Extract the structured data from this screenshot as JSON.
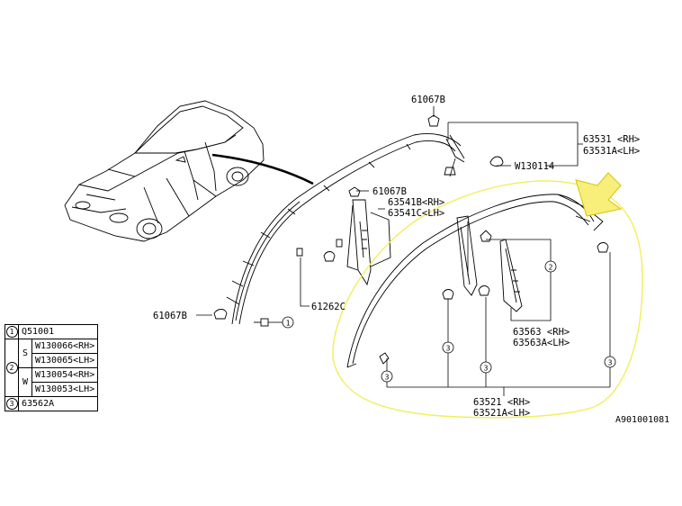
{
  "callouts": {
    "c1": "1",
    "c2": "2",
    "c3": "3"
  },
  "parts": {
    "p61067b_top": "61067B",
    "p61067b_mid": "61067B",
    "p61067b_left": "61067B",
    "p63531_rh": "63531 <RH>",
    "p63531a_lh": "63531A<LH>",
    "pw130114": "W130114",
    "p63541b_rh": "63541B<RH>",
    "p63541c_lh": "63541C<LH>",
    "p61262c": "61262C",
    "p63563_rh": "63563 <RH>",
    "p63563a_lh": "63563A<LH>",
    "p63521_rh": "63521 <RH>",
    "p63521a_lh": "63521A<LH>",
    "figure_id": "A901001081"
  },
  "legend": {
    "row1": {
      "num": "1",
      "part": "Q51001"
    },
    "row2": {
      "num": "2",
      "s_label": "S",
      "s_rh": "W130066<RH>",
      "s_lh": "W130065<LH>",
      "w_label": "W",
      "w_rh": "W130054<RH>",
      "w_lh": "W130053<LH>"
    },
    "row3": {
      "num": "3",
      "part": "63562A"
    }
  },
  "colors": {
    "line": "#000000",
    "highlight": "#f2ee5a",
    "arrow_fill": "#f7ef7a",
    "arrow_stroke": "#d9c300"
  }
}
